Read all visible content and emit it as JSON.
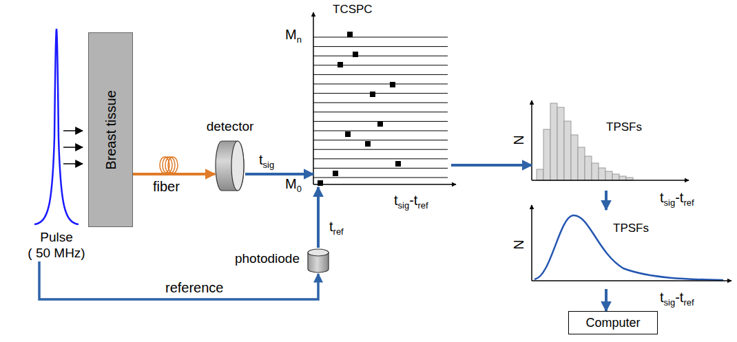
{
  "diagram": {
    "nodes": [
      {
        "text": [
          "Pulse",
          "( 50 MHz)"
        ]
      },
      {
        "text": [
          "Breast tissue"
        ]
      },
      {
        "text": [
          "detector"
        ]
      },
      {
        "text": [
          "TCSPC"
        ]
      },
      {
        "text": [
          "photodiode"
        ]
      },
      {
        "text": [
          "TPSFs"
        ]
      },
      {
        "text": [
          "TPSFs"
        ]
      },
      {
        "text": [
          "Computer"
        ]
      }
    ],
    "edges": [
      {
        "from": 1,
        "to": 2,
        "label": "fiber",
        "arrow": "to"
      },
      {
        "from": 2,
        "to": 3,
        "label": "tsig",
        "arrow": "to"
      },
      {
        "from": 4,
        "to": 3,
        "label": "tref",
        "arrow": "to"
      },
      {
        "from": 0,
        "to": 4,
        "label": "reference",
        "arrow": "to"
      },
      {
        "from": 3,
        "to": 5,
        "arrow": "to"
      },
      {
        "from": 5,
        "to": 6,
        "arrow": "to"
      },
      {
        "from": 6,
        "to": 7,
        "arrow": "to"
      }
    ],
    "labels": [
      "Mn",
      "M0",
      "tsig-tref",
      "N",
      "tsig-tref",
      "N",
      "tsig-tref"
    ]
  }
}
